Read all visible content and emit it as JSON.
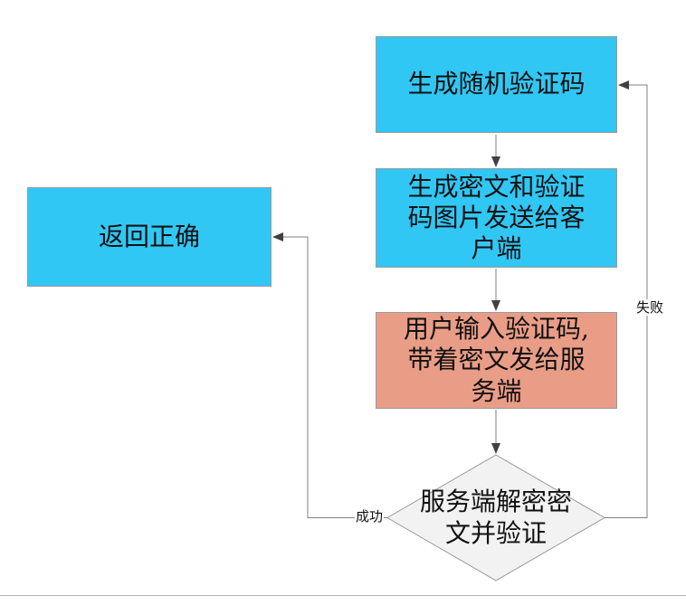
{
  "diagram": {
    "nodes": {
      "generate_code": {
        "label": "生成随机验证码"
      },
      "send_cipher": {
        "label": "生成密文和验证码图片发送给客户端"
      },
      "user_input": {
        "label": "用户输入验证码,带着密文发给服务端"
      },
      "decision": {
        "label": "服务端解密密文并验证"
      },
      "return_correct": {
        "label": "返回正确"
      }
    },
    "edge_labels": {
      "success": "成功",
      "failure": "失败"
    },
    "colors": {
      "process_fill": "#31C7F5",
      "highlight_fill": "#E99D87",
      "decision_fill": "#F2F2F2",
      "node_border": "#9a9a9a",
      "line": "#808080",
      "arrow": "#404040",
      "text": "#111111"
    }
  }
}
